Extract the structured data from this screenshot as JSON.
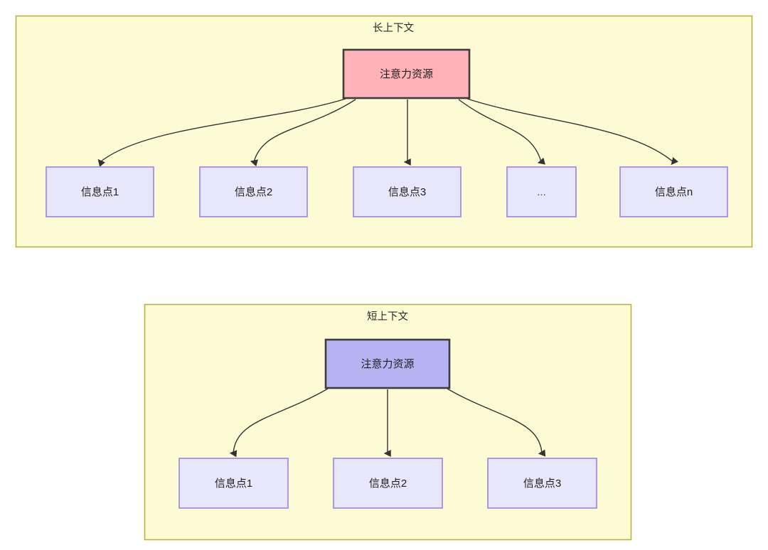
{
  "diagram": {
    "type": "flowchart",
    "background": "#ffffff",
    "palette": {
      "group_fill": "#fdfbd4",
      "group_stroke": "#b8b33b",
      "attention_long_fill": "#ffb3b8",
      "attention_long_stroke": "#3d3d3d",
      "attention_short_fill": "#b6b3f2",
      "attention_short_stroke": "#3d3d3d",
      "info_fill": "#e8e6fb",
      "info_stroke": "#9f7fe0",
      "edge_stroke": "#333333",
      "text": "#1f1f1f"
    },
    "groups": [
      {
        "id": "long-context",
        "title": "长上下文",
        "root": {
          "label": "注意力资源"
        },
        "leaves": [
          {
            "label": "信息点1"
          },
          {
            "label": "信息点2"
          },
          {
            "label": "信息点3"
          },
          {
            "label": "..."
          },
          {
            "label": "信息点n"
          }
        ]
      },
      {
        "id": "short-context",
        "title": "短上下文",
        "root": {
          "label": "注意力资源"
        },
        "leaves": [
          {
            "label": "信息点1"
          },
          {
            "label": "信息点2"
          },
          {
            "label": "信息点3"
          }
        ]
      }
    ]
  }
}
